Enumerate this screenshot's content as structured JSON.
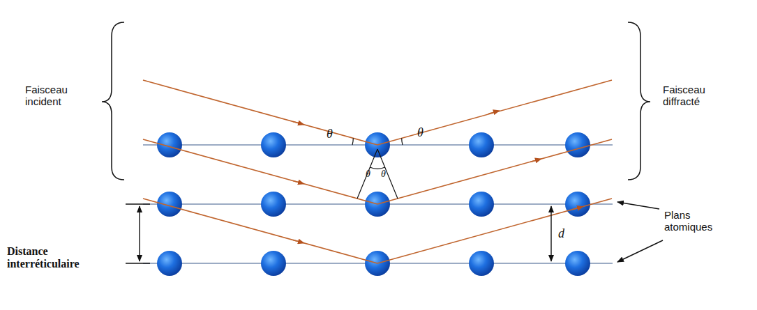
{
  "diagram": {
    "labels": [
      "Faisceau incident",
      "Faisceau diffracté",
      "θ",
      "θ",
      "θ",
      "θ",
      "Distance interréticulaire",
      "d",
      "Plans atomiques"
    ]
  }
}
